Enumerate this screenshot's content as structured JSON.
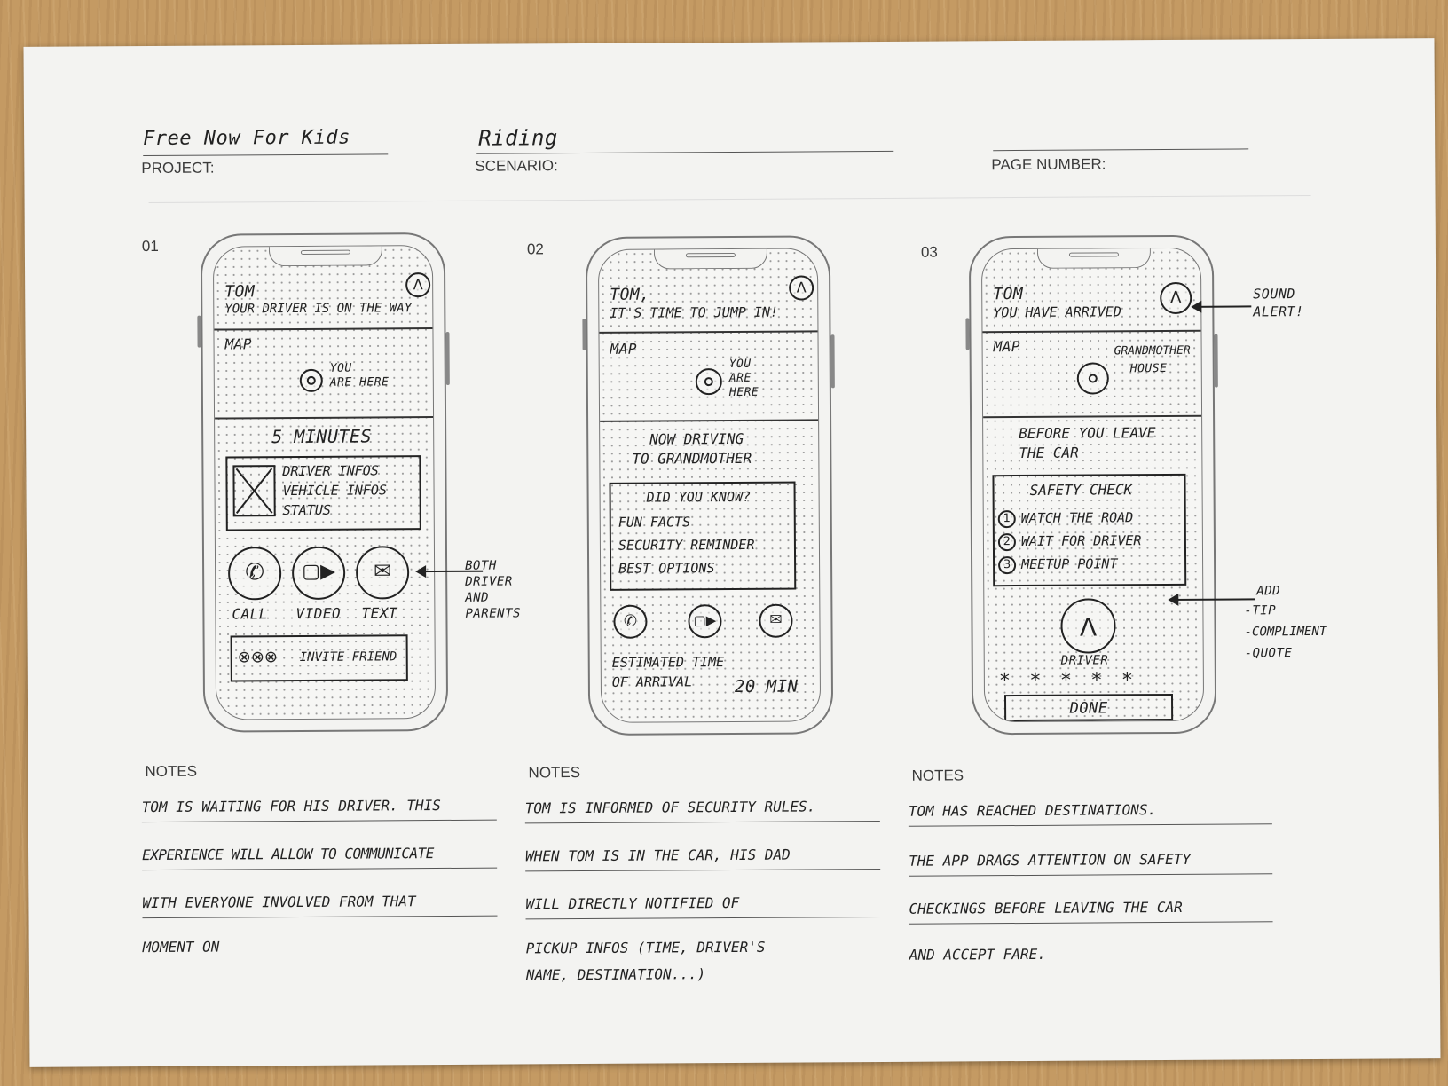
{
  "header": {
    "project_value": "Free Now For Kids",
    "project_label": "PROJECT:",
    "scenario_value": "Riding",
    "scenario_label": "SCENARIO:",
    "page_number_label": "PAGE NUMBER:"
  },
  "frames": [
    {
      "number": "01",
      "greeting_line1": "TOM",
      "greeting_line2": "YOUR DRIVER IS ON THE WAY",
      "map_label": "MAP",
      "pin_label_1": "YOU",
      "pin_label_2": "ARE HERE",
      "eta": "5 MINUTES",
      "card_lines": [
        "DRIVER INFOS",
        "VEHICLE INFOS",
        "STATUS"
      ],
      "actions": [
        "CALL",
        "VIDEO",
        "TEXT"
      ],
      "invite": "INVITE FRIEND",
      "annotation": [
        "BOTH",
        "DRIVER",
        "AND",
        "PARENTS"
      ]
    },
    {
      "number": "02",
      "greeting_line1": "TOM,",
      "greeting_line2": "IT'S TIME TO JUMP IN!",
      "map_label": "MAP",
      "pin_label_1": "YOU",
      "pin_label_2": "ARE",
      "pin_label_3": "HERE",
      "status_line1": "NOW DRIVING",
      "status_line2": "TO GRANDMOTHER",
      "card_title": "DID YOU KNOW?",
      "card_lines": [
        "FUN FACTS",
        "SECURITY REMINDER",
        "BEST OPTIONS"
      ],
      "eta_line1": "ESTIMATED TIME",
      "eta_line2": "OF ARRIVAL",
      "eta_value": "20 MIN"
    },
    {
      "number": "03",
      "greeting_line1": "TOM",
      "greeting_line2": "YOU HAVE ARRIVED",
      "map_label": "MAP",
      "pin_label_1": "GRANDMOTHER",
      "pin_label_2": "HOUSE",
      "status_line1": "BEFORE YOU LEAVE",
      "status_line2": "THE CAR",
      "card_title": "SAFETY CHECK",
      "card_items": [
        "WATCH THE ROAD",
        "WAIT FOR DRIVER",
        "MEETUP POINT"
      ],
      "item_numbers": [
        "1",
        "2",
        "3"
      ],
      "driver_label": "DRIVER",
      "stars": "* * * * *",
      "done": "DONE",
      "annotation_sound": [
        "SOUND",
        "ALERT!"
      ],
      "annotation_add": [
        "ADD",
        "-TIP",
        "-COMPLIMENT",
        "-QUOTE"
      ]
    }
  ],
  "notes": [
    {
      "label": "NOTES",
      "lines": [
        "TOM IS WAITING FOR HIS DRIVER. THIS",
        "EXPERIENCE WILL ALLOW TO COMMUNICATE",
        "WITH EVERYONE INVOLVED FROM THAT",
        "MOMENT ON"
      ]
    },
    {
      "label": "NOTES",
      "lines": [
        "TOM IS INFORMED OF SECURITY RULES.",
        "WHEN TOM IS IN THE CAR, HIS DAD",
        "WILL DIRECTLY NOTIFIED OF",
        "PICKUP INFOS (TIME, DRIVER'S",
        "NAME, DESTINATION...)"
      ]
    },
    {
      "label": "NOTES",
      "lines": [
        "TOM HAS REACHED DESTINATIONS.",
        "THE APP DRAGS ATTENTION ON SAFETY",
        "CHECKINGS BEFORE LEAVING THE CAR",
        "AND ACCEPT FARE."
      ]
    }
  ],
  "icons": {
    "avatar": "avatar-icon",
    "pin": "location-pin-icon",
    "photo": "image-placeholder-icon",
    "call": "phone-icon",
    "video": "video-camera-icon",
    "text": "chat-bubble-icon"
  }
}
